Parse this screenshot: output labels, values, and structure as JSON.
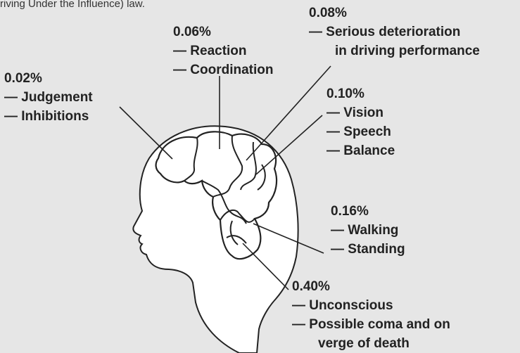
{
  "header_fragment": "riving Under the Influence) law.",
  "colors": {
    "background": "#e6e6e6",
    "head_fill": "#ffffff",
    "stroke": "#222222",
    "text": "#222222"
  },
  "bac_levels": [
    {
      "percent": "0.02%",
      "effects": [
        "— Judgement",
        "— Inhibitions"
      ]
    },
    {
      "percent": "0.06%",
      "effects": [
        "— Reaction",
        "— Coordination"
      ]
    },
    {
      "percent": "0.08%",
      "effects": [
        "— Serious deterioration"
      ],
      "continuation": "in driving performance"
    },
    {
      "percent": "0.10%",
      "effects": [
        "— Vision",
        "— Speech",
        "— Balance"
      ]
    },
    {
      "percent": "0.16%",
      "effects": [
        "— Walking",
        "— Standing"
      ]
    },
    {
      "percent": "0.40%",
      "effects": [
        "— Unconscious",
        "— Possible coma and on"
      ],
      "continuation": "verge of death"
    }
  ]
}
